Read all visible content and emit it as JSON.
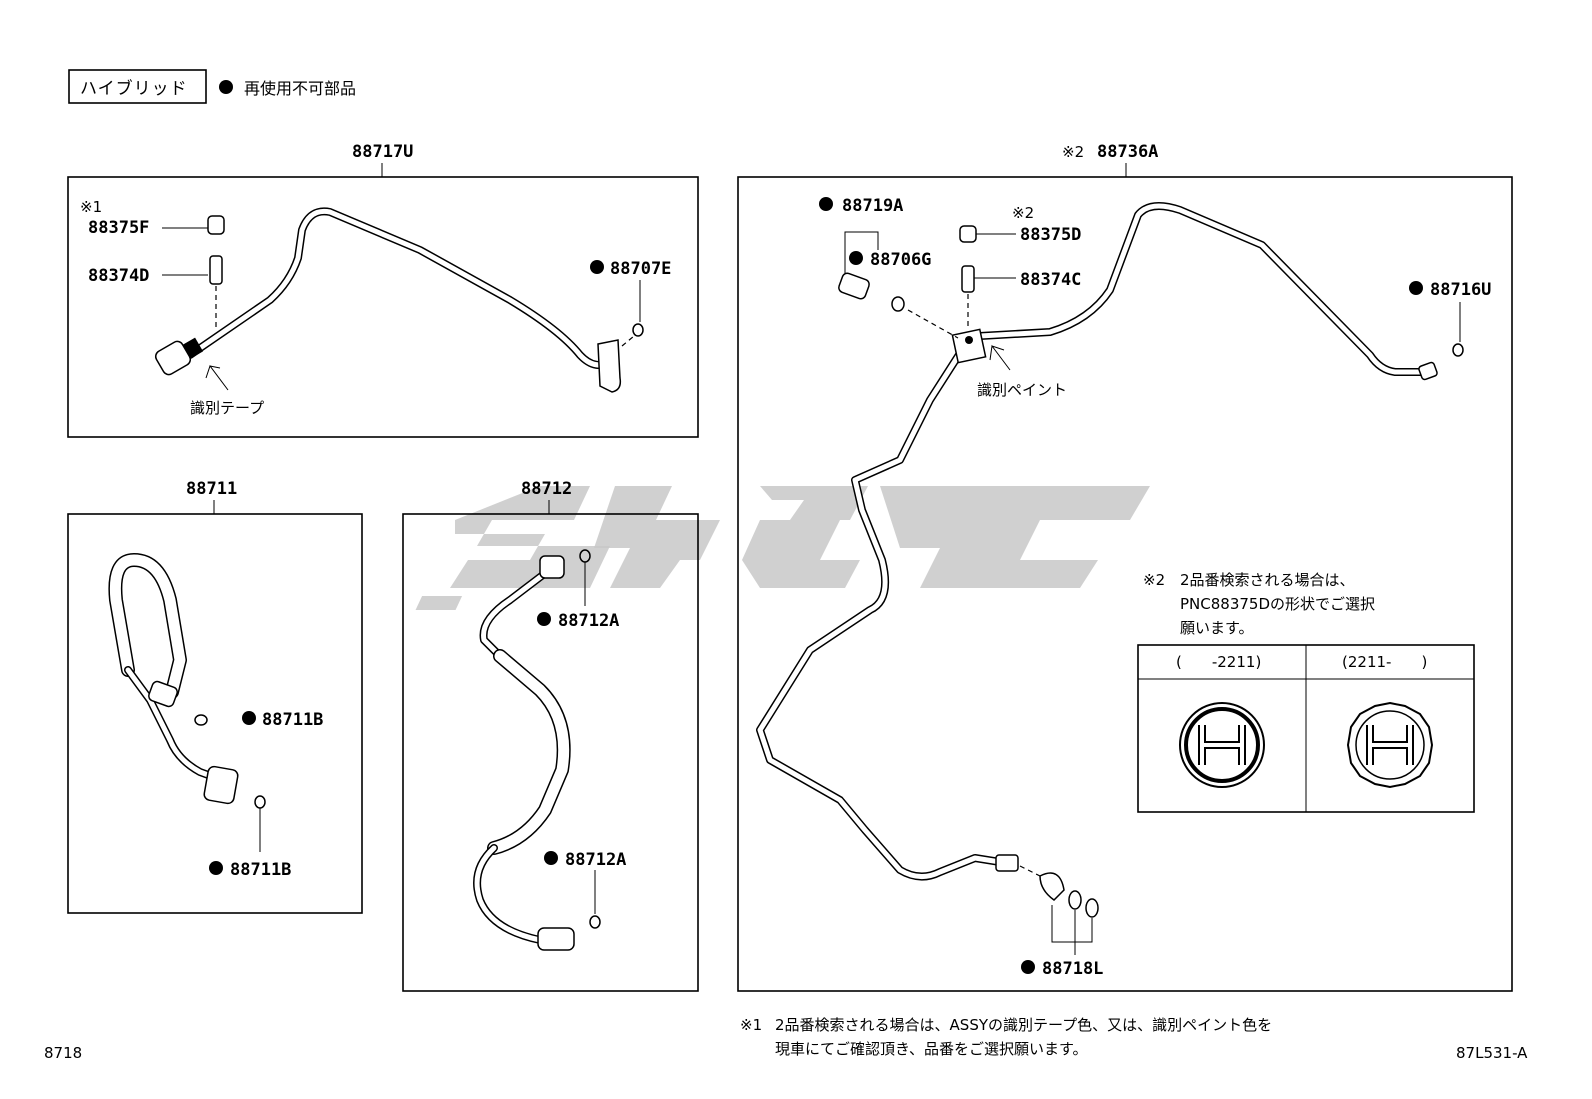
{
  "header": {
    "tag": "ハイブリッド",
    "legend": "再使用不可部品"
  },
  "groups": {
    "g88717u": "88717U",
    "g88736a_prefix": "※2",
    "g88736a": "88736A",
    "g88711": "88711",
    "g88712": "88712"
  },
  "parts": {
    "p88375f_note": "※1",
    "p88375f": "88375F",
    "p88374d": "88374D",
    "p88707e": "88707E",
    "p88719a": "88719A",
    "p88706g": "88706G",
    "p88375d_note": "※2",
    "p88375d": "88375D",
    "p88374c": "88374C",
    "p88716u": "88716U",
    "p88711b_1": "88711B",
    "p88711b_2": "88711B",
    "p88712a_1": "88712A",
    "p88712a_2": "88712A",
    "p88718l": "88718L"
  },
  "labels": {
    "tape": "識別テープ",
    "paint": "識別ペイント"
  },
  "note2": {
    "mark": "※2",
    "line1": "2品番検索される場合は、",
    "line2": "PNC88375Dの形状でご選択",
    "line3": "願います。",
    "col1": "(　　-2211)",
    "col2": "(2211-　　)"
  },
  "footnote": {
    "mark": "※1",
    "line1": "2品番検索される場合は、ASSYの識別テープ色、又は、識別ペイント色を",
    "line2": "現車にてご確認頂き、品番をご選択願います。"
  },
  "page": {
    "left_code": "8718",
    "right_code": "87L531-A"
  },
  "colors": {
    "line": "#000000",
    "watermark": "#c8c8c8",
    "background": "#ffffff"
  }
}
